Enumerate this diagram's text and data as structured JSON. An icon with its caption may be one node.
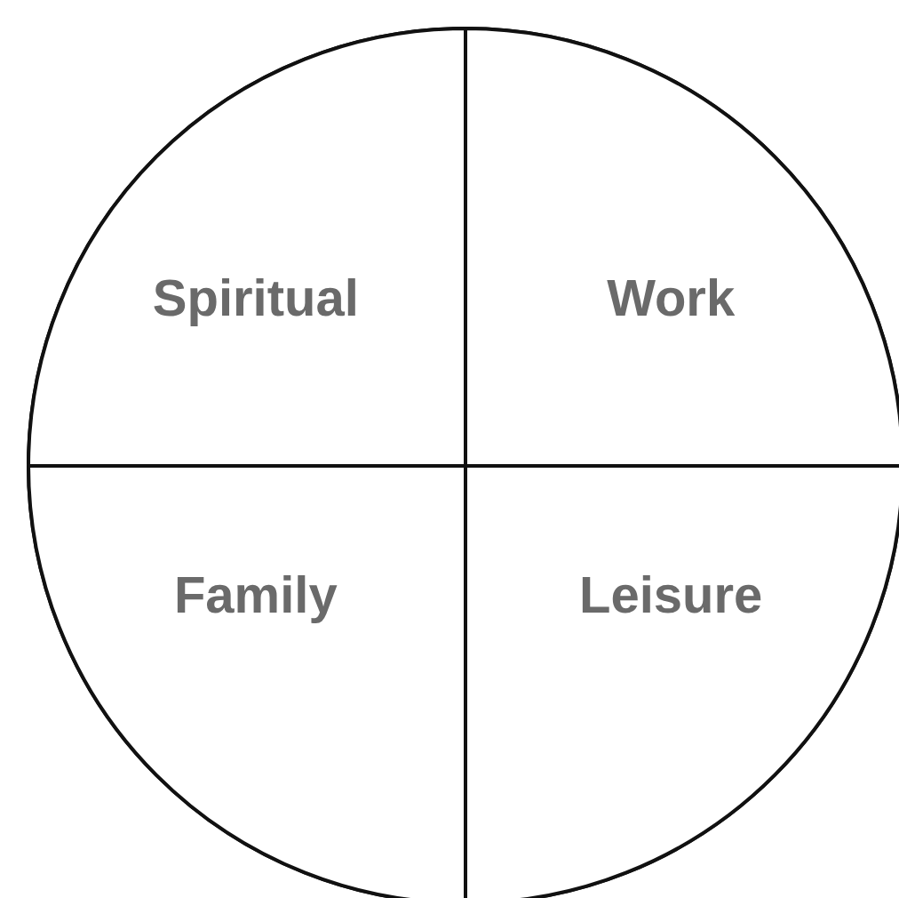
{
  "diagram": {
    "nodes": [
      {
        "text": [],
        "shape": "circle"
      },
      {
        "text": [
          "Spiritual"
        ],
        "in": 0
      },
      {
        "text": [
          "Work"
        ],
        "in": 0
      },
      {
        "text": [
          "Family"
        ],
        "in": 0
      },
      {
        "text": [
          "Leisure"
        ],
        "in": 0
      }
    ]
  }
}
